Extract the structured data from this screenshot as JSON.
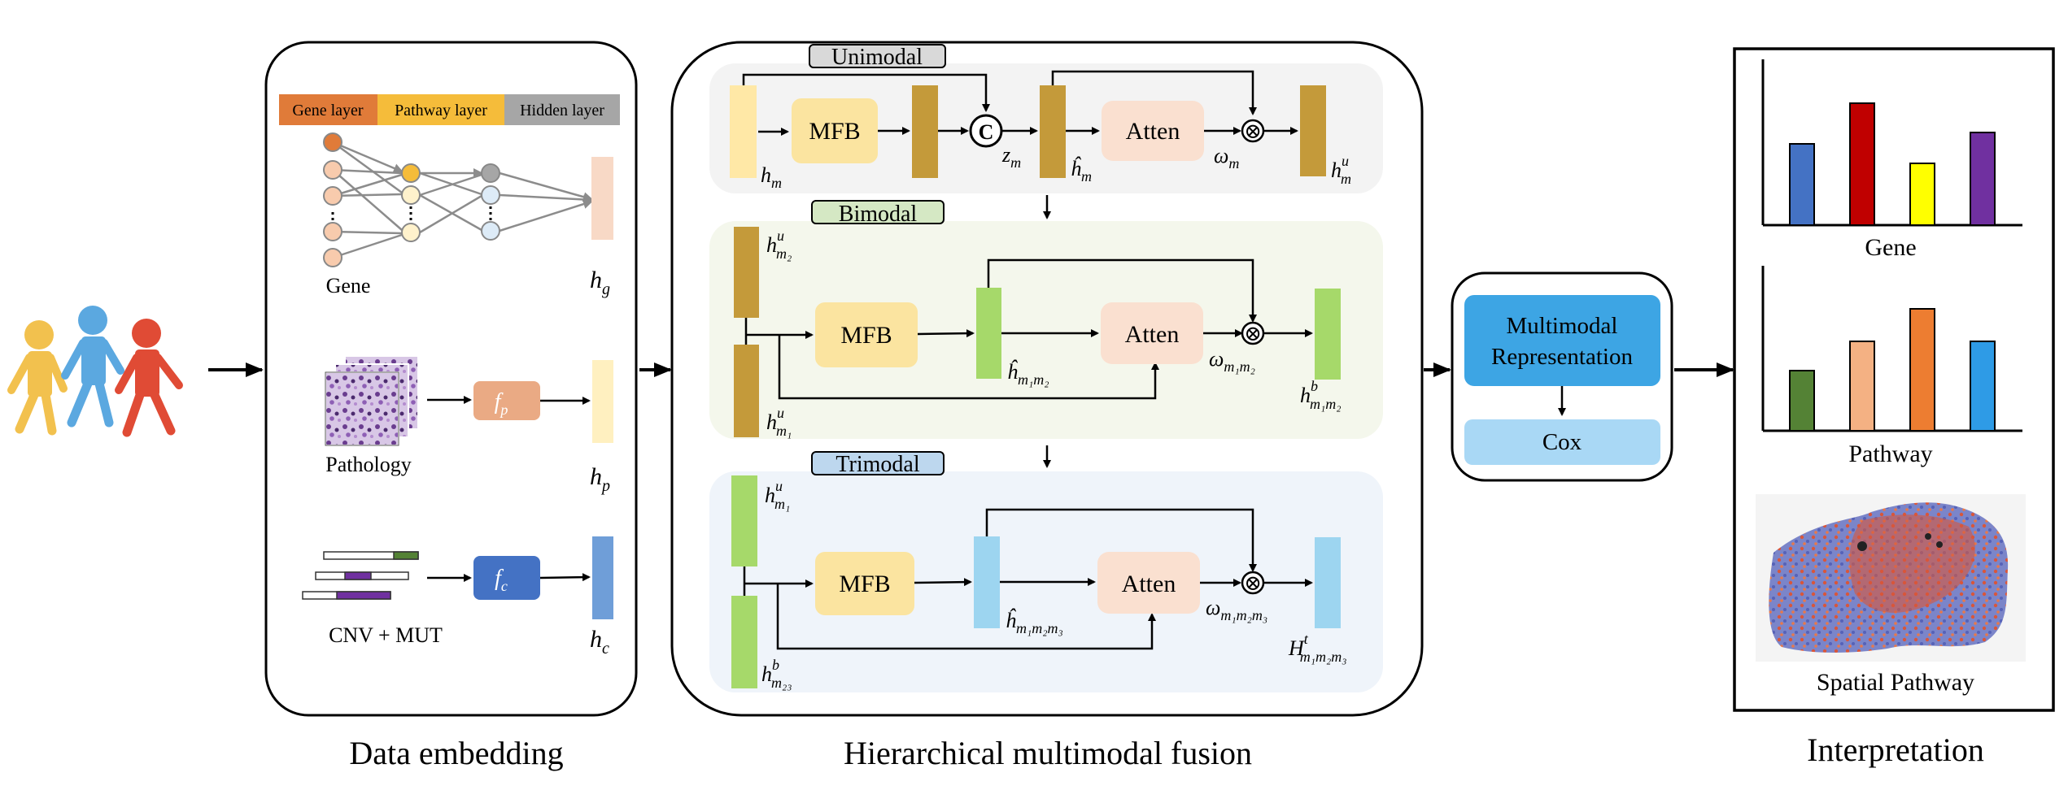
{
  "embedding": {
    "layer_labels": [
      "Gene layer",
      "Pathway layer",
      "Hidden layer"
    ],
    "gene_label": "Gene",
    "pathology_label": "Pathology",
    "cnv_label": "CNV + MUT",
    "fp": "f",
    "fp_sub": "p",
    "fc": "f",
    "fc_sub": "c",
    "hg": "h",
    "hg_sub": "g",
    "hp": "h",
    "hp_sub": "p",
    "hc": "h",
    "hc_sub": "c",
    "caption": "Data embedding"
  },
  "fusion": {
    "unimodal_title": "Unimodal",
    "bimodal_title": "Bimodal",
    "trimodal_title": "Trimodal",
    "mfb": "MFB",
    "atten": "Atten",
    "concat": "C",
    "otimes": "⊗",
    "caption": "Hierarchical multimodal fusion",
    "uni": {
      "hm": "h",
      "hm_sub": "m",
      "zm": "z",
      "zm_sub": "m",
      "hhat": "ĥ",
      "hhat_sub": "m",
      "omega": "ω",
      "omega_sub": "m",
      "hu": "h",
      "hu_sub": "m",
      "hu_sup": "u"
    },
    "bi": {
      "hm2": "h",
      "hm2_sub": "m₂",
      "hm2_sup": "u",
      "hm1": "h",
      "hm1_sub": "m₁",
      "hm1_sup": "u",
      "hhat": "ĥ",
      "hhat_sub": "m₁m₂",
      "omega": "ω",
      "omega_sub": "m₁m₂",
      "hb": "h",
      "hb_sub": "m₁m₂",
      "hb_sup": "b"
    },
    "tri": {
      "hm1": "h",
      "hm1_sub": "m₁",
      "hm1_sup": "u",
      "hm23": "h",
      "hm23_sub": "m₂₃",
      "hm23_sup": "b",
      "hhat": "ĥ",
      "hhat_sub": "m₁m₂m₃",
      "omega": "ω",
      "omega_sub": "m₁m₂m₃",
      "Ht": "H",
      "Ht_sub": "m₁m₂m₃",
      "Ht_sup": "t"
    }
  },
  "representation": {
    "line1": "Multimodal",
    "line2": "Representation",
    "cox": "Cox"
  },
  "interpretation": {
    "gene_label": "Gene",
    "pathway_label": "Pathway",
    "spatial_label": "Spatial Pathway",
    "caption": "Interpretation",
    "gene_chart": {
      "type": "bar",
      "values": [
        0.5,
        0.75,
        0.38,
        0.57
      ],
      "colors": [
        "#4472C4",
        "#C00000",
        "#FFFF00",
        "#7030A0"
      ]
    },
    "pathway_chart": {
      "type": "bar",
      "values": [
        0.37,
        0.55,
        0.75,
        0.55
      ],
      "colors": [
        "#548235",
        "#F4B183",
        "#ED7D31",
        "#2E9BE6"
      ]
    }
  },
  "colors": {
    "gene_layer": "#E07B39",
    "pathway_layer": "#F5BC3A",
    "hidden_layer": "#A6A6A6",
    "gold_bar": "#C49A3A",
    "green_bar": "#A6D96A",
    "blue_bar": "#9DD5F0",
    "mfb_fill": "#FBE4A0",
    "atten_fill": "#FAE0D0",
    "rep_blue": "#3DA5E4",
    "cox_blue": "#A9D8F5"
  }
}
